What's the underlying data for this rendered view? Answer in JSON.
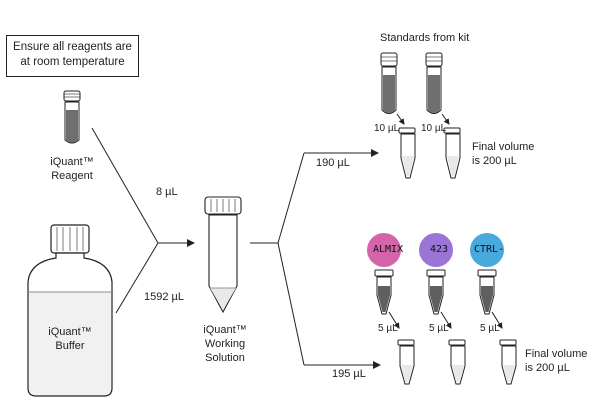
{
  "notice": {
    "line1": "Ensure all reagents are",
    "line2": "at room temperature"
  },
  "reagent": {
    "line1": "iQuant™",
    "line2": "Reagent"
  },
  "buffer": {
    "line1": "iQuant™",
    "line2": "Buffer"
  },
  "working": {
    "line1": "iQuant™",
    "line2": "Working",
    "line3": "Solution"
  },
  "volumes": {
    "reagent": "8 µL",
    "buffer": "1592 µL",
    "to_standards": "190 µL",
    "to_samples": "195 µL",
    "standard_each": "10 µL",
    "sample_each": "5 µL"
  },
  "standards": {
    "title": "Standards from kit"
  },
  "final_top": {
    "line1": "Final volume",
    "line2": "is 200 µL"
  },
  "final_bottom": {
    "line1": "Final volume",
    "line2": "is 200 µL"
  },
  "samples": [
    {
      "label": "ALMIX",
      "color": "#d565ab"
    },
    {
      "label": "423",
      "color": "#9a75d6"
    },
    {
      "label": "CTRL-",
      "color": "#47a9dc"
    }
  ],
  "colors": {
    "line": "#222222",
    "liquid": "#8a8a8a",
    "liquid_dark": "#5a5a5a"
  }
}
